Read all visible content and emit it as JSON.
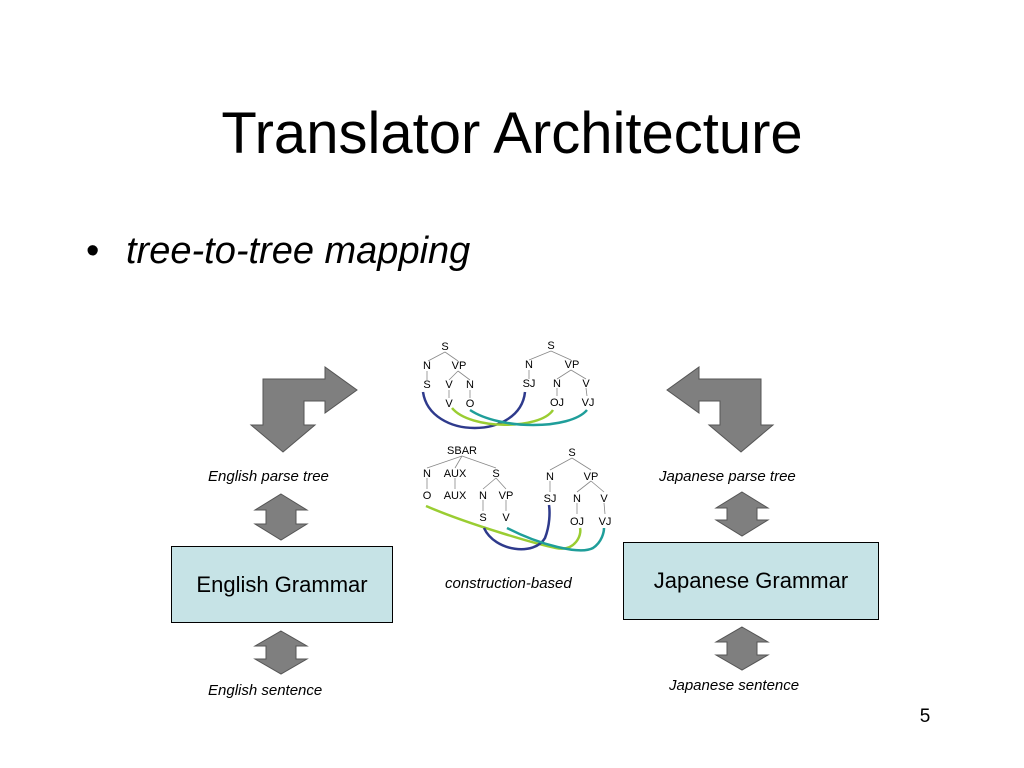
{
  "slide": {
    "title": "Translator Architecture",
    "bullet": "tree-to-tree mapping",
    "page_number": "5"
  },
  "labels": {
    "english_parse_tree": "English parse tree",
    "japanese_parse_tree": "Japanese parse tree",
    "english_sentence": "English sentence",
    "japanese_sentence": "Japanese sentence",
    "construction_based": "construction-based"
  },
  "boxes": {
    "english_grammar": "English Grammar",
    "japanese_grammar": "Japanese Grammar"
  },
  "trees": {
    "top_english": {
      "root": "S",
      "level1": [
        "N",
        "VP"
      ],
      "level2": [
        "S",
        "V",
        "N"
      ],
      "leaves": [
        "V",
        "O"
      ]
    },
    "top_japanese": {
      "root": "S",
      "level1": [
        "N",
        "VP"
      ],
      "level2": [
        "SJ",
        "N",
        "V"
      ],
      "leaves": [
        "OJ",
        "VJ"
      ]
    },
    "bottom_english": {
      "root": "SBAR",
      "level1": [
        "N",
        "AUX",
        "S"
      ],
      "level2": [
        "O",
        "AUX",
        "N",
        "VP"
      ],
      "leaves": [
        "S",
        "V"
      ]
    },
    "bottom_japanese": {
      "root": "S",
      "level1": [
        "N",
        "VP"
      ],
      "level2": [
        "SJ",
        "N",
        "V"
      ],
      "leaves": [
        "OJ",
        "VJ"
      ]
    }
  },
  "colors": {
    "box_fill": "#c6e3e6",
    "arrow_fill": "#7f7f7f",
    "link_navy": "#2e3a8c",
    "link_teal": "#1f9e9a",
    "link_lime": "#9acd32"
  }
}
